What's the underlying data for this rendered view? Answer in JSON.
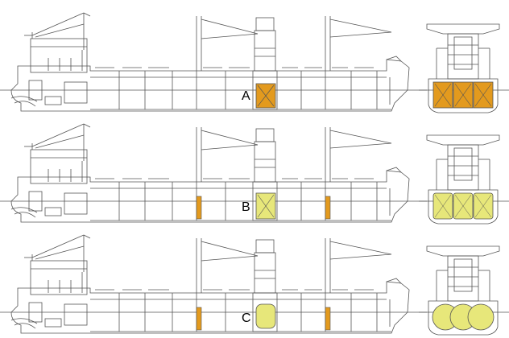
{
  "variants": [
    {
      "label": "A"
    },
    {
      "label": "B"
    },
    {
      "label": "C"
    }
  ],
  "colors": {
    "line": "#555555",
    "tank_orange": "#e39a1e",
    "tank_yellow": "#e7e77a",
    "background": "#ffffff"
  }
}
